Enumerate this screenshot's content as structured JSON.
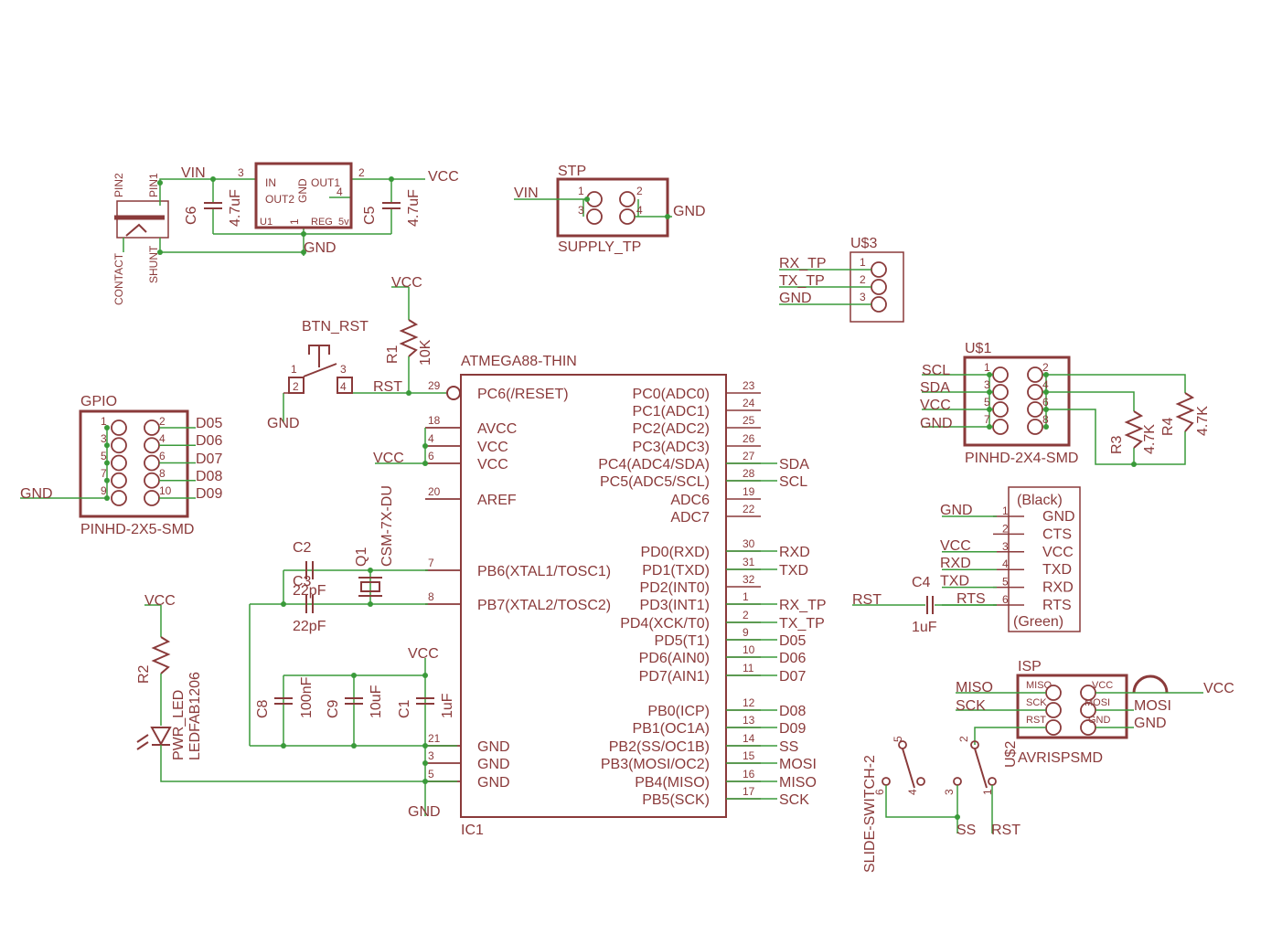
{
  "regulator": {
    "pin2": "PIN2",
    "pin1": "PIN1",
    "contact": "CONTACT",
    "shunt": "SHUNT",
    "vin": "VIN",
    "vcc": "VCC",
    "gnd": "GND",
    "c6": "C6",
    "c6_val": "4.7uF",
    "c5": "C5",
    "c5_val": "4.7uF",
    "in": "IN",
    "out1": "OUT1",
    "out2": "OUT2",
    "gnd_pin": "GND",
    "u1": "U1",
    "reg": "REG_5v",
    "p3": "3",
    "p2": "2",
    "p4": "4",
    "p1": "1"
  },
  "stp": {
    "name": "STP",
    "value": "SUPPLY_TP",
    "vin": "VIN",
    "gnd": "GND",
    "p1": "1",
    "p2": "2",
    "p3": "3",
    "p4": "4"
  },
  "u3": {
    "name": "U$3",
    "rx": "RX_TP",
    "tx": "TX_TP",
    "gnd": "GND",
    "p1": "1",
    "p2": "2",
    "p3": "3"
  },
  "u1conn": {
    "name": "U$1",
    "value": "PINHD-2X4-SMD",
    "scl": "SCL",
    "sda": "SDA",
    "vcc": "VCC",
    "gnd": "GND",
    "r3": "R3",
    "r3_val": "4.7K",
    "r4": "R4",
    "r4_val": "4.7K",
    "p1": "1",
    "p2": "2",
    "p3": "3",
    "p4": "4",
    "p5": "5",
    "p6": "6",
    "p7": "7",
    "p8": "8"
  },
  "reset": {
    "vcc": "VCC",
    "r1": "R1",
    "r1_val": "10K",
    "btn": "BTN_RST",
    "rst": "RST",
    "gnd": "GND",
    "p1": "1",
    "p2": "2",
    "p3": "3",
    "p4": "4"
  },
  "gpio": {
    "name": "GPIO",
    "value": "PINHD-2X5-SMD",
    "gnd": "GND",
    "nets": [
      "D05",
      "D06",
      "D07",
      "D08",
      "D09"
    ],
    "p1": "1",
    "p2": "2",
    "p3": "3",
    "p4": "4",
    "p5": "5",
    "p6": "6",
    "p7": "7",
    "p8": "8",
    "p9": "9",
    "p10": "10"
  },
  "mcu": {
    "name": "ATMEGA88-THIN",
    "ref": "IC1",
    "left": [
      {
        "pin": "29",
        "label": "PC6(/RESET)"
      },
      {
        "pin": "18",
        "label": "AVCC"
      },
      {
        "pin": "4",
        "label": "VCC"
      },
      {
        "pin": "6",
        "label": "VCC"
      },
      {
        "pin": "20",
        "label": "AREF"
      },
      {
        "pin": "7",
        "label": "PB6(XTAL1/TOSC1)"
      },
      {
        "pin": "8",
        "label": "PB7(XTAL2/TOSC2)"
      },
      {
        "pin": "21",
        "label": "GND"
      },
      {
        "pin": "3",
        "label": "GND"
      },
      {
        "pin": "5",
        "label": "GND"
      }
    ],
    "right": [
      {
        "pin": "23",
        "label": "PC0(ADC0)",
        "net": ""
      },
      {
        "pin": "24",
        "label": "PC1(ADC1)",
        "net": ""
      },
      {
        "pin": "25",
        "label": "PC2(ADC2)",
        "net": ""
      },
      {
        "pin": "26",
        "label": "PC3(ADC3)",
        "net": ""
      },
      {
        "pin": "27",
        "label": "PC4(ADC4/SDA)",
        "net": "SDA"
      },
      {
        "pin": "28",
        "label": "PC5(ADC5/SCL)",
        "net": "SCL"
      },
      {
        "pin": "19",
        "label": "ADC6",
        "net": ""
      },
      {
        "pin": "22",
        "label": "ADC7",
        "net": ""
      },
      {
        "pin": "30",
        "label": "PD0(RXD)",
        "net": "RXD"
      },
      {
        "pin": "31",
        "label": "PD1(TXD)",
        "net": "TXD"
      },
      {
        "pin": "32",
        "label": "PD2(INT0)",
        "net": ""
      },
      {
        "pin": "1",
        "label": "PD3(INT1)",
        "net": "RX_TP"
      },
      {
        "pin": "2",
        "label": "PD4(XCK/T0)",
        "net": "TX_TP"
      },
      {
        "pin": "9",
        "label": "PD5(T1)",
        "net": "D05"
      },
      {
        "pin": "10",
        "label": "PD6(AIN0)",
        "net": "D06"
      },
      {
        "pin": "11",
        "label": "PD7(AIN1)",
        "net": "D07"
      },
      {
        "pin": "12",
        "label": "PB0(ICP)",
        "net": "D08"
      },
      {
        "pin": "13",
        "label": "PB1(OC1A)",
        "net": "D09"
      },
      {
        "pin": "14",
        "label": "PB2(SS/OC1B)",
        "net": "SS"
      },
      {
        "pin": "15",
        "label": "PB3(MOSI/OC2)",
        "net": "MOSI"
      },
      {
        "pin": "16",
        "label": "PB4(MISO)",
        "net": "MISO"
      },
      {
        "pin": "17",
        "label": "PB5(SCK)",
        "net": "SCK"
      }
    ],
    "vcc": "VCC",
    "vcc2": "VCC",
    "gnd": "GND"
  },
  "xtal": {
    "c2": "C2",
    "c2_val": "22pF",
    "c3": "C3",
    "c3_val": "22pF",
    "q1": "Q1",
    "q1_val": "CSM-7X-DU"
  },
  "decoupling": {
    "c8": "C8",
    "c8_val": "100nF",
    "c9": "C9",
    "c9_val": "10uF",
    "c1": "C1",
    "c1_val": "1uF"
  },
  "led": {
    "vcc": "VCC",
    "r2": "R2",
    "name": "PWR_LED",
    "value": "LEDFAB1206"
  },
  "ftdi": {
    "top": "(Black)",
    "bottom": "(Green)",
    "c4": "C4",
    "c4_val": "1uF",
    "rst": "RST",
    "pins": [
      {
        "pin": "1",
        "label": "GND",
        "net": "GND"
      },
      {
        "pin": "2",
        "label": "CTS",
        "net": ""
      },
      {
        "pin": "3",
        "label": "VCC",
        "net": "VCC"
      },
      {
        "pin": "4",
        "label": "TXD",
        "net": "RXD"
      },
      {
        "pin": "5",
        "label": "RXD",
        "net": "TXD"
      },
      {
        "pin": "6",
        "label": "RTS",
        "net": "RTS"
      }
    ]
  },
  "isp": {
    "name": "ISP",
    "ref": "U$2",
    "value": "AVRISPSMD",
    "miso": "MISO",
    "sck": "SCK",
    "mosi": "MOSI",
    "gnd": "GND",
    "vcc": "VCC",
    "pin_miso": "MISO",
    "pin_sck": "SCK",
    "pin_rst": "RST",
    "pin_vcc": "VCC",
    "pin_mosi": "MOSI",
    "pin_gnd": "GND"
  },
  "slide": {
    "name": "SLIDE-SWITCH-2",
    "ss": "SS",
    "rst": "RST",
    "p1": "1",
    "p2": "2",
    "p3": "3",
    "p4": "4",
    "p5": "5",
    "p6": "6"
  }
}
